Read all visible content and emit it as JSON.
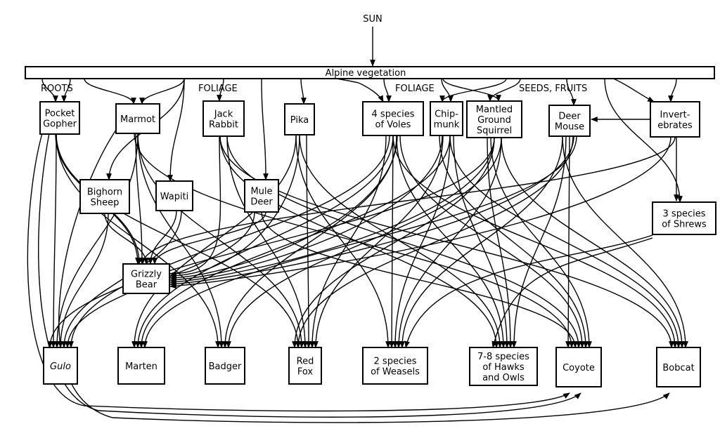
{
  "sun": "SUN",
  "vegetation": "Alpine vegetation",
  "sections": {
    "roots": "ROOTS",
    "foliage_left": "FOLIAGE",
    "foliage_right": "FOLIAGE",
    "seeds": "SEEDS, FRUITS"
  },
  "nodes": {
    "pocket_gopher": [
      "Pocket",
      "Gopher"
    ],
    "marmot": [
      "Marmot"
    ],
    "jack_rabbit": [
      "Jack",
      "Rabbit"
    ],
    "pika": [
      "Pika"
    ],
    "voles": [
      "4 species",
      "of Voles"
    ],
    "chipmunk": [
      "Chip-",
      "munk"
    ],
    "mantled_ground_squirrel": [
      "Mantled",
      "Ground",
      "Squirrel"
    ],
    "deer_mouse": [
      "Deer",
      "Mouse"
    ],
    "invertebrates": [
      "Invert-",
      "ebrates"
    ],
    "bighorn_sheep": [
      "Bighorn",
      "Sheep"
    ],
    "wapiti": [
      "Wapiti"
    ],
    "mule_deer": [
      "Mule",
      "Deer"
    ],
    "shrews": [
      "3 species",
      "of Shrews"
    ],
    "grizzly_bear": [
      "Grizzly",
      "Bear"
    ],
    "gulo": [
      "Gulo"
    ],
    "marten": [
      "Marten"
    ],
    "badger": [
      "Badger"
    ],
    "red_fox": [
      "Red",
      "Fox"
    ],
    "weasels": [
      "2 species",
      "of Weasels"
    ],
    "hawks_owls": [
      "7-8 species",
      "of Hawks",
      "and Owls"
    ],
    "coyote": [
      "Coyote"
    ],
    "bobcat": [
      "Bobcat"
    ]
  }
}
